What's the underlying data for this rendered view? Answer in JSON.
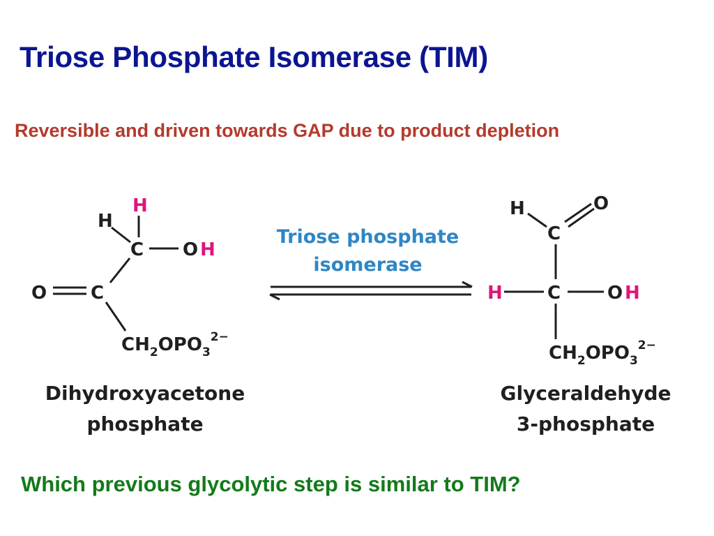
{
  "title": "Triose Phosphate Isomerase (TIM)",
  "subtitle": "Reversible and driven towards GAP due to product depletion",
  "question": "Which previous glycolytic step is similar to TIM?",
  "enzyme": {
    "line1": "Triose phosphate",
    "line2": "isomerase"
  },
  "dhap": {
    "name_line1": "Dihydroxyacetone",
    "name_line2": "phosphate",
    "atoms": {
      "h_top": "H",
      "h_left": "H",
      "c1": "C",
      "o_hydroxyl": "O",
      "h_hydroxyl": "H",
      "o_carbonyl": "O",
      "c2": "C",
      "ch": "CH",
      "sub2": "2",
      "opo": "OPO",
      "sub3": "3",
      "charge": "2−"
    }
  },
  "gap": {
    "name_line1": "Glyceraldehyde",
    "name_line2": "3-phosphate",
    "atoms": {
      "h_aldehyde": "H",
      "o_aldehyde": "O",
      "c1": "C",
      "h_left": "H",
      "c2": "C",
      "o_hydroxyl": "O",
      "h_hydroxyl": "H",
      "ch": "CH",
      "sub2": "2",
      "opo": "OPO",
      "sub3": "3",
      "charge": "2−"
    }
  },
  "colors": {
    "title": "#0b1591",
    "subtitle": "#b33a2c",
    "question": "#137a1a",
    "enzyme": "#2f86c4",
    "highlight_h": "#e0157a",
    "structure": "#1f1f1f"
  }
}
